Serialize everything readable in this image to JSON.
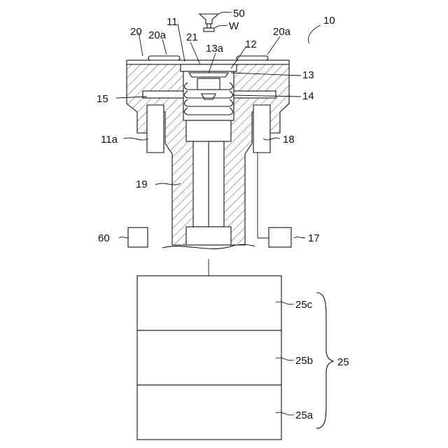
{
  "labels": {
    "assembly": "10",
    "nozzle": "50",
    "workpiece": "W",
    "plate_left": "20",
    "plate_left_sub": "20a",
    "plate_right_sub": "20a",
    "stage_body": "11",
    "gap": "21",
    "chamber": "12",
    "piston_top": "13a",
    "piston": "13",
    "spring": "14",
    "channel": "15",
    "sleeve": "11a",
    "sleeve_right": "18",
    "shaft": "19",
    "box_left": "60",
    "box_right": "17",
    "stack_top": "25c",
    "stack_mid": "25b",
    "stack_bot": "25a",
    "stack": "25"
  }
}
